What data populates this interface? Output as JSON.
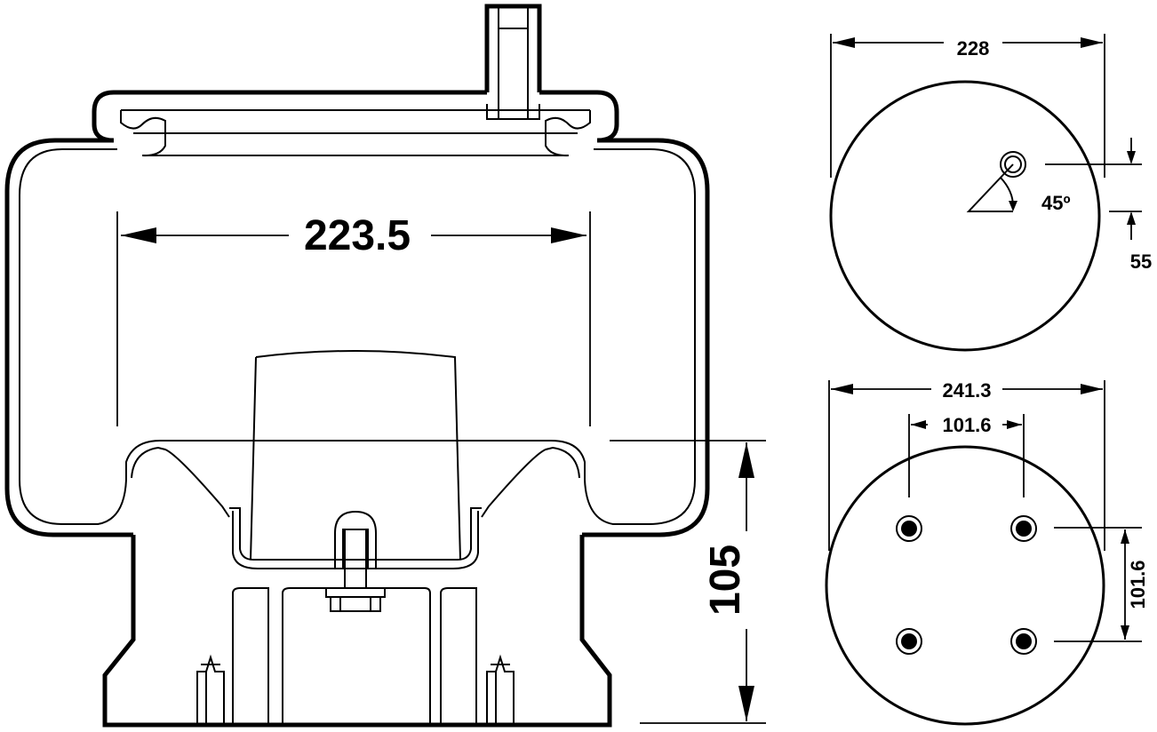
{
  "side_view": {
    "width_label": "223.5",
    "height_label": "105"
  },
  "top_view": {
    "diameter_label": "228",
    "offset_label": "55",
    "angle_label": "45º"
  },
  "bottom_view": {
    "diameter_label": "241.3",
    "bolt_x_label": "101.6",
    "bolt_y_label": "101.6"
  }
}
